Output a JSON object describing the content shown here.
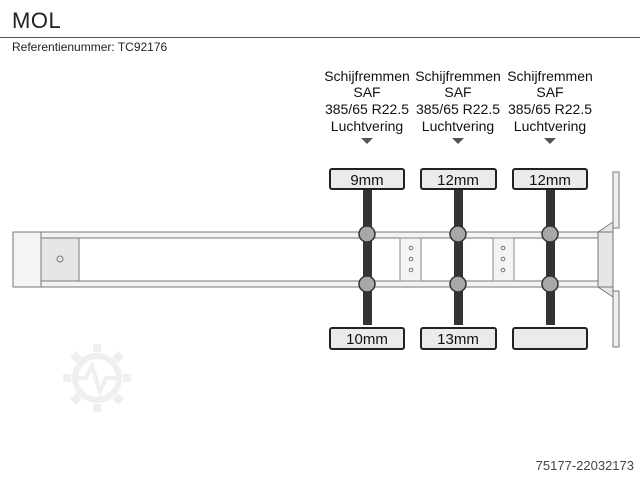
{
  "header": {
    "title": "MOL",
    "reference": "Referentienummer: TC92176"
  },
  "axles": [
    {
      "brake": "Schijfremmen",
      "make": "SAF",
      "tire": "385/65 R22.5",
      "suspension": "Luchtvering",
      "top_tread": "9mm",
      "bottom_tread": "10mm"
    },
    {
      "brake": "Schijfremmen",
      "make": "SAF",
      "tire": "385/65 R22.5",
      "suspension": "Luchtvering",
      "top_tread": "12mm",
      "bottom_tread": "13mm"
    },
    {
      "brake": "Schijfremmen",
      "make": "SAF",
      "tire": "385/65 R22.5",
      "suspension": "Luchtvering",
      "top_tread": "12mm",
      "bottom_tread": ""
    }
  ],
  "footer": {
    "id": "75177-22032173"
  },
  "icons": {
    "watermark": "gear-heartbeat-watermark-icon",
    "marker": "down-triangle-icon"
  },
  "colors": {
    "tire_fill": "#ebebeb",
    "axle_bar": "#333333",
    "hub": "#a8a8a8",
    "chassis": "#777777"
  }
}
